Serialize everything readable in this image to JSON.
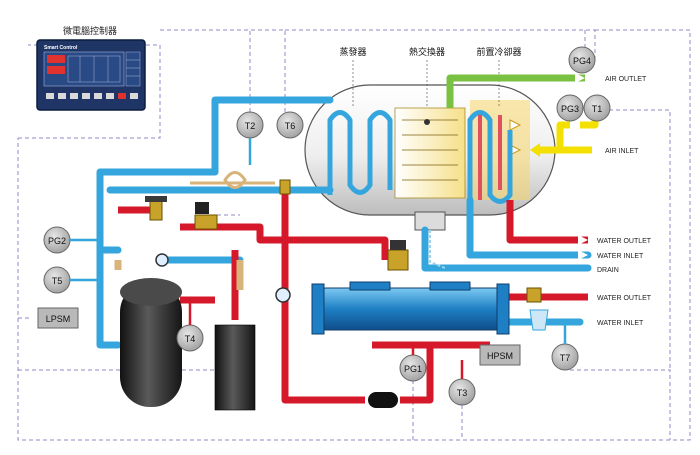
{
  "controller": {
    "title": "微電腦控制器",
    "brand": "Smart Control"
  },
  "vessel_labels": {
    "evaporator": "蒸發器",
    "heat_exchanger": "熱交換器",
    "precooler": "前置冷卻器"
  },
  "gauges": {
    "pg1": "PG1",
    "pg2": "PG2",
    "pg3": "PG3",
    "pg4": "PG4",
    "t1": "T1",
    "t2": "T2",
    "t3": "T3",
    "t4": "T4",
    "t5": "T5",
    "t6": "T6",
    "t7": "T7"
  },
  "switches": {
    "lpsm": "LPSM",
    "hpsm": "HPSM"
  },
  "ports": {
    "air_outlet": "AIR OUTLET",
    "air_inlet": "AIR INLET",
    "water_outlet_1": "WATER OUTLET",
    "water_inlet_1": "WATER INLET",
    "drain": "DRAIN",
    "water_outlet_2": "WATER OUTLET",
    "water_inlet_2": "WATER INLET"
  },
  "colors": {
    "hot_gas": "#d6192a",
    "cold_line": "#35a6dd",
    "air_out": "#7ac142",
    "air_in": "#f4e000",
    "liquid": "#d8b47a",
    "gauge": "#b9b9b9",
    "dashed": "#8c8cc8"
  }
}
